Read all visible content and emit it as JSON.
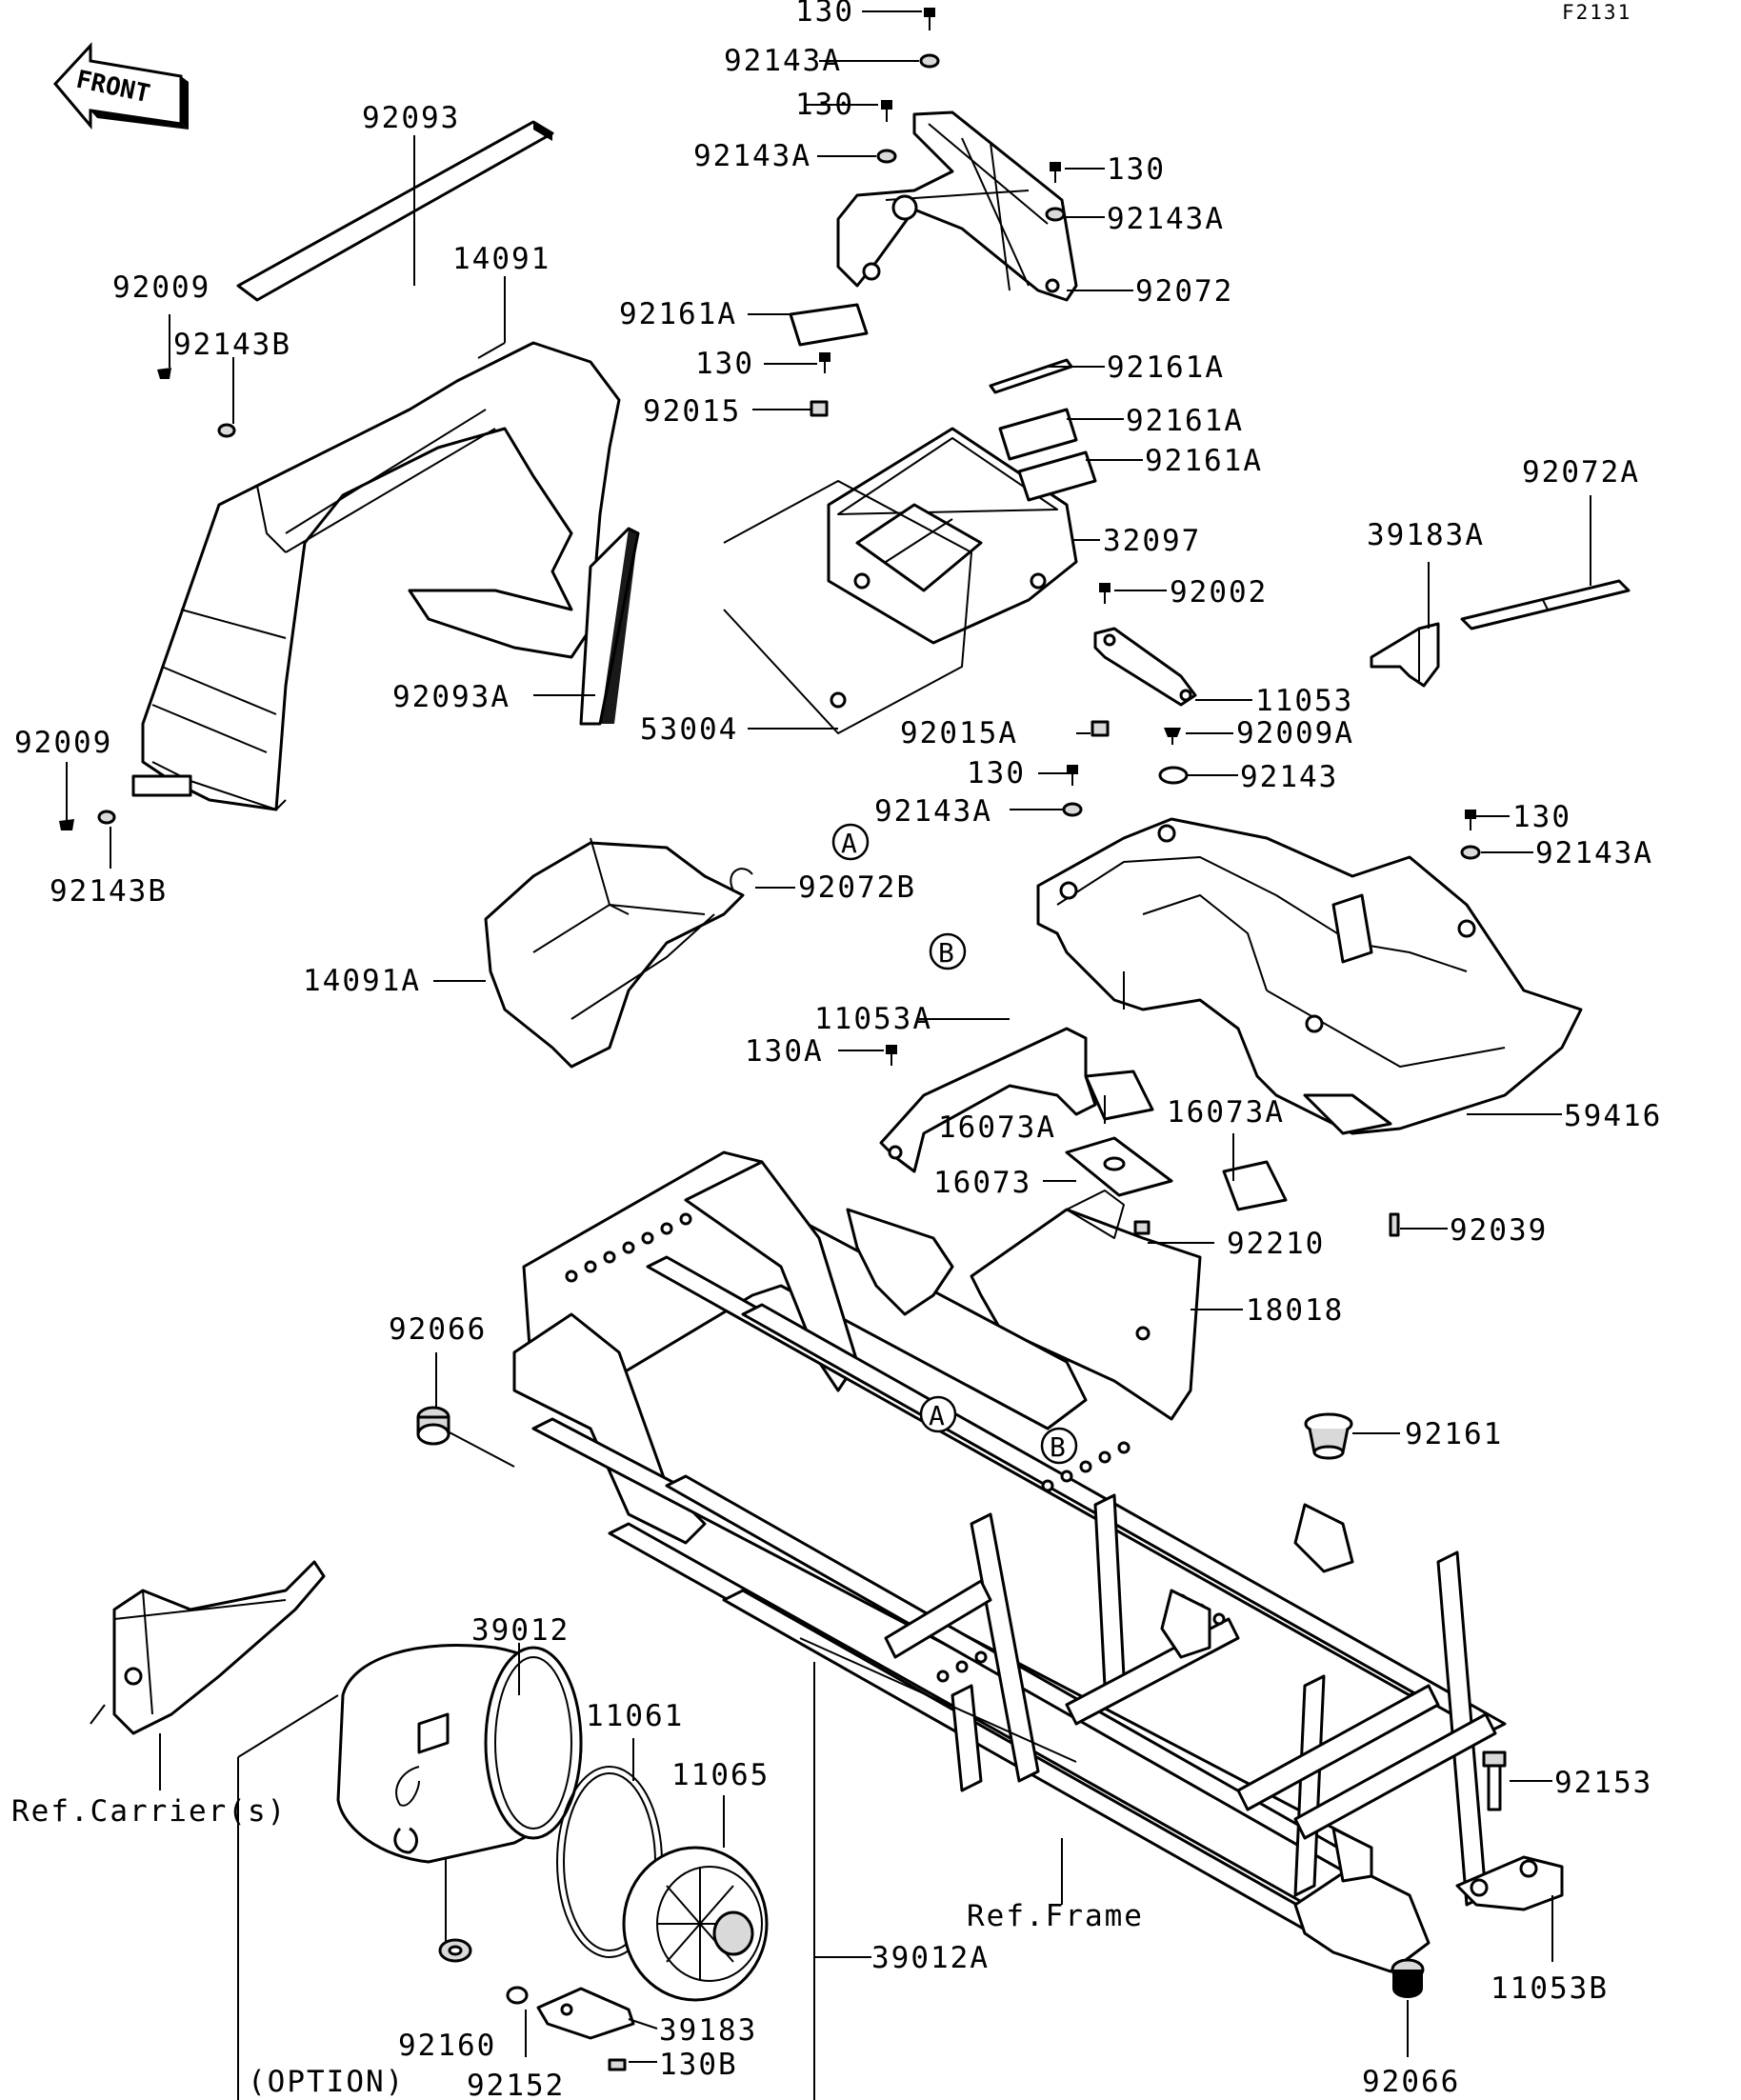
{
  "figure_id": "F2131",
  "front_label": "FRONT",
  "callouts": [
    {
      "id": "c1",
      "text": "130"
    },
    {
      "id": "c2",
      "text": "92143A"
    },
    {
      "id": "c3",
      "text": "130"
    },
    {
      "id": "c4",
      "text": "92143A"
    },
    {
      "id": "c5",
      "text": "130"
    },
    {
      "id": "c6",
      "text": "92143A"
    },
    {
      "id": "c7",
      "text": "92072"
    },
    {
      "id": "c8",
      "text": "92093"
    },
    {
      "id": "c9",
      "text": "14091"
    },
    {
      "id": "c10",
      "text": "92009"
    },
    {
      "id": "c11",
      "text": "92143B"
    },
    {
      "id": "c12",
      "text": "92161A"
    },
    {
      "id": "c13",
      "text": "130"
    },
    {
      "id": "c14",
      "text": "92161A"
    },
    {
      "id": "c15",
      "text": "92015"
    },
    {
      "id": "c16",
      "text": "92161A"
    },
    {
      "id": "c17",
      "text": "92161A"
    },
    {
      "id": "c18",
      "text": "92072A"
    },
    {
      "id": "c19",
      "text": "32097"
    },
    {
      "id": "c20",
      "text": "39183A"
    },
    {
      "id": "c21",
      "text": "92002"
    },
    {
      "id": "c22",
      "text": "92093A"
    },
    {
      "id": "c23",
      "text": "11053"
    },
    {
      "id": "c24",
      "text": "53004"
    },
    {
      "id": "c25",
      "text": "92015A"
    },
    {
      "id": "c26",
      "text": "92009A"
    },
    {
      "id": "c27",
      "text": "92009"
    },
    {
      "id": "c28",
      "text": "130"
    },
    {
      "id": "c29",
      "text": "92143"
    },
    {
      "id": "c30",
      "text": "92143A"
    },
    {
      "id": "c31",
      "text": "130"
    },
    {
      "id": "c32",
      "text": "92143A"
    },
    {
      "id": "c33",
      "text": "92143B"
    },
    {
      "id": "c34",
      "text": "92072B"
    },
    {
      "id": "c35",
      "text": "14091A"
    },
    {
      "id": "c36",
      "text": "11053A"
    },
    {
      "id": "c37",
      "text": "130A"
    },
    {
      "id": "c38",
      "text": "16073A"
    },
    {
      "id": "c39",
      "text": "16073A"
    },
    {
      "id": "c40",
      "text": "59416"
    },
    {
      "id": "c41",
      "text": "16073"
    },
    {
      "id": "c42",
      "text": "92039"
    },
    {
      "id": "c43",
      "text": "92210"
    },
    {
      "id": "c44",
      "text": "18018"
    },
    {
      "id": "c45",
      "text": "92066"
    },
    {
      "id": "c46",
      "text": "92161"
    },
    {
      "id": "c47",
      "text": "39012"
    },
    {
      "id": "c48",
      "text": "11061"
    },
    {
      "id": "c49",
      "text": "11065"
    },
    {
      "id": "c50",
      "text": "92153"
    },
    {
      "id": "c51",
      "text": "Ref.Carrier(s)"
    },
    {
      "id": "c52",
      "text": "Ref.Frame"
    },
    {
      "id": "c53",
      "text": "11053B"
    },
    {
      "id": "c54",
      "text": "39012A"
    },
    {
      "id": "c55",
      "text": "92160"
    },
    {
      "id": "c56",
      "text": "39183"
    },
    {
      "id": "c57",
      "text": "130B"
    },
    {
      "id": "c58",
      "text": "92066"
    },
    {
      "id": "c59",
      "text": "(OPTION)"
    },
    {
      "id": "c60",
      "text": "92152"
    }
  ],
  "reference_markers": [
    {
      "id": "r1",
      "text": "A"
    },
    {
      "id": "r2",
      "text": "B"
    },
    {
      "id": "r3",
      "text": "A"
    },
    {
      "id": "r4",
      "text": "B"
    }
  ]
}
